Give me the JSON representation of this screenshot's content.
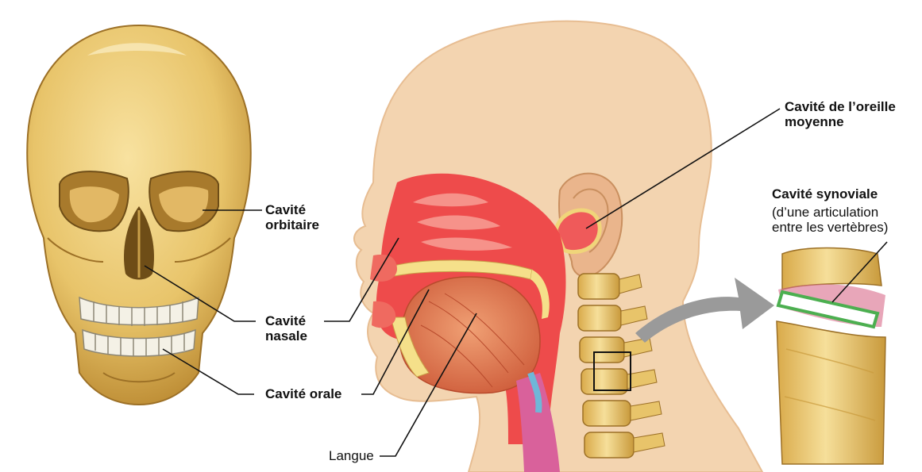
{
  "labels": {
    "orbitaire": [
      "Cavité",
      "orbitaire"
    ],
    "nasale": [
      "Cavité",
      "nasale"
    ],
    "orale": "Cavité orale",
    "langue": "Langue",
    "oreille": [
      "Cavité de l’oreille",
      "moyenne"
    ],
    "synoviale_title": "Cavité synoviale",
    "synoviale_sub": [
      "(d’une articulation",
      "entre les vertèbres)"
    ]
  },
  "colors": {
    "bone": "#e8c46a",
    "bone_dark": "#b8862e",
    "skin": "#f3d4b0",
    "mucosa": "#ee4b4b",
    "tongue": "#e07a52",
    "cartilage": "#ffffff",
    "arrow": "#9a9a9a"
  }
}
